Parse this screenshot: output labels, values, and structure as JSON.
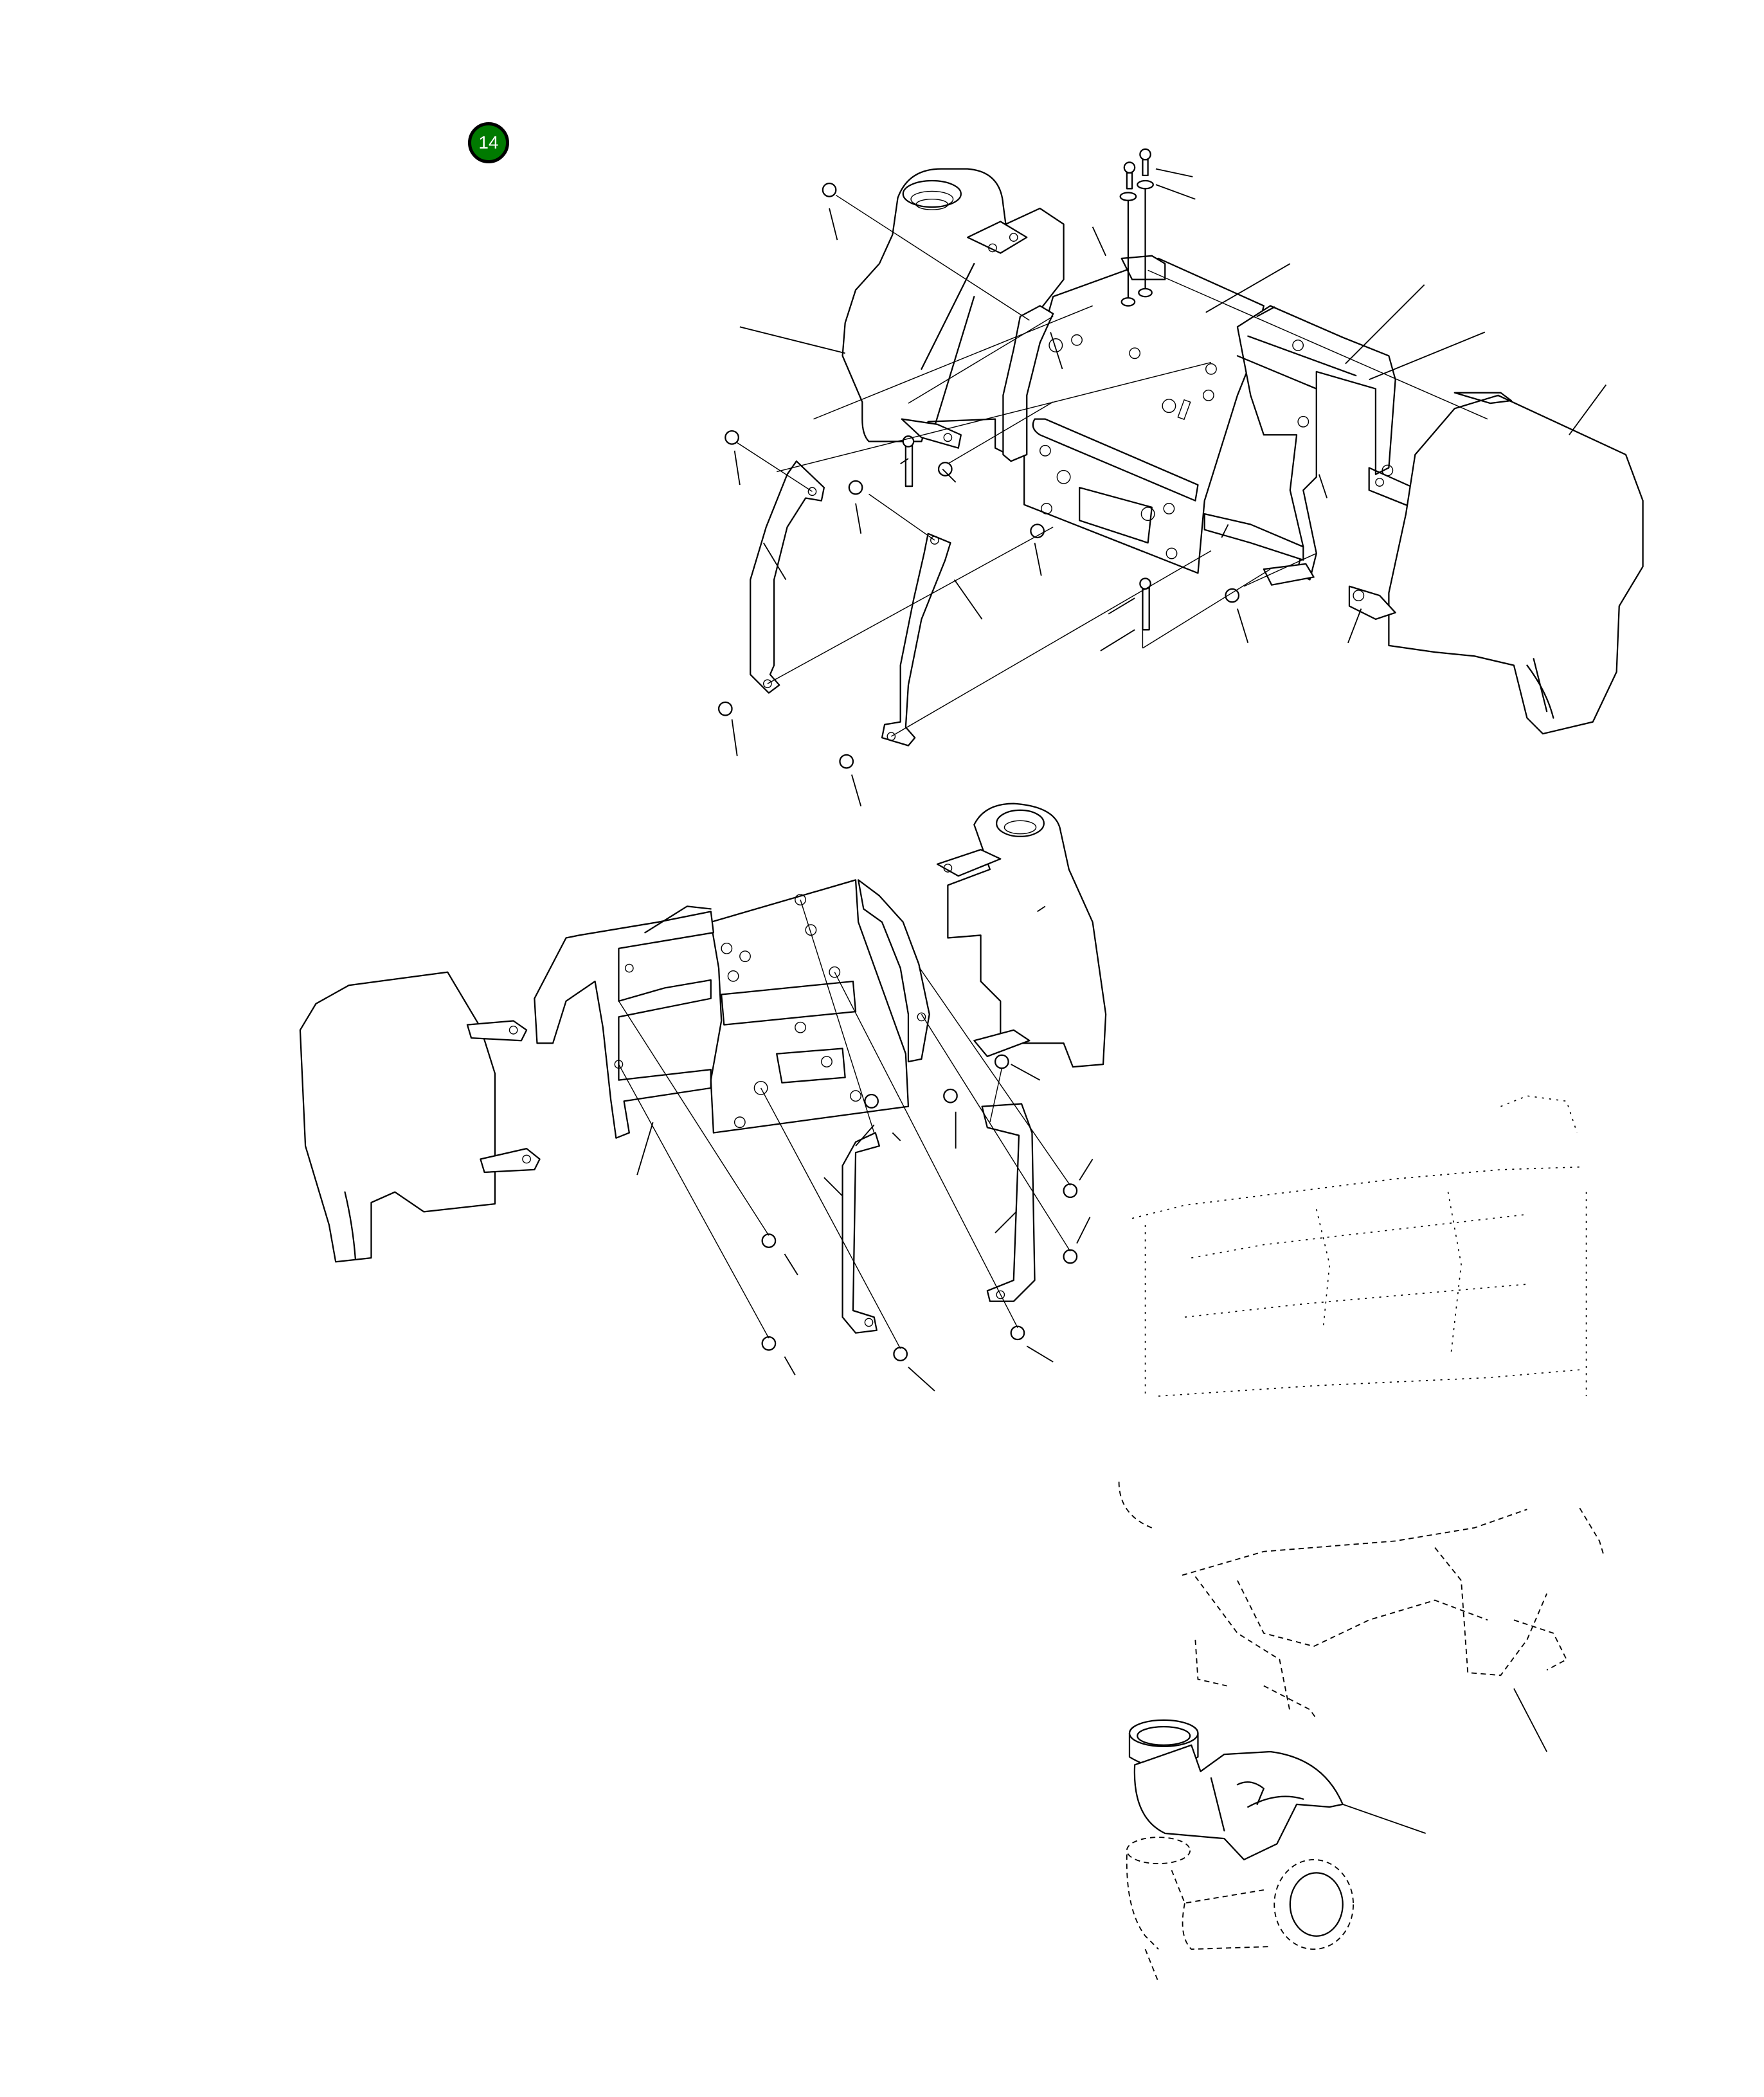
{
  "page": {
    "type": "exploded parts diagram",
    "background": "#ffffff",
    "line_color": "#000000"
  },
  "badge": {
    "label": "14",
    "fill": "#007A00",
    "border": "#000000",
    "text_color": "#ffffff"
  },
  "views": [
    {
      "id": "upper-exploded-view",
      "description": "muffler bracket assembly, front-left isometric"
    },
    {
      "id": "middle-exploded-view",
      "description": "muffler bracket assembly, rear-right isometric"
    },
    {
      "id": "engine-phantom-view",
      "description": "engine outline in phantom (dashed) lines"
    },
    {
      "id": "exhaust-detail-view",
      "description": "exhaust elbow and muffler detail"
    }
  ],
  "callouts": {
    "upper_leader_count": 24,
    "middle_leader_count": 14,
    "lower_leader_count": 2,
    "labels_visible": false
  }
}
